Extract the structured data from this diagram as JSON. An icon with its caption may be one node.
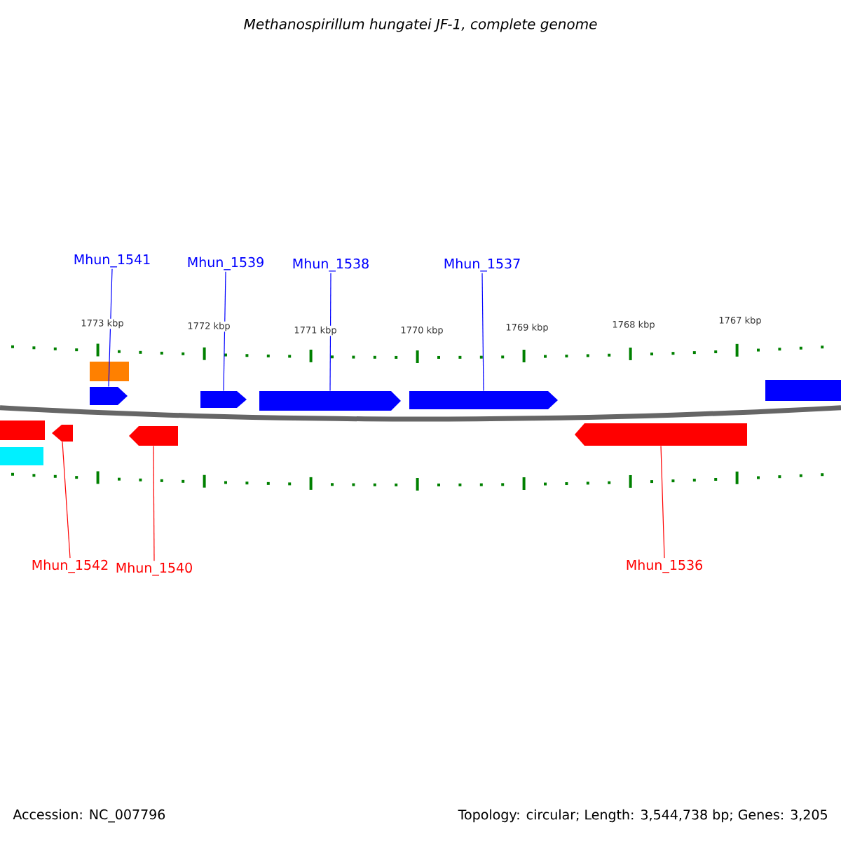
{
  "diagram": {
    "title": "Methanospirillum hungatei JF-1, complete genome",
    "nodes": [
      {
        "text": [
          "Mhun_1541"
        ]
      },
      {
        "text": [
          "Mhun_1539"
        ]
      },
      {
        "text": [
          "Mhun_1538"
        ]
      },
      {
        "text": [
          "Mhun_1537"
        ]
      },
      {
        "text": [
          "Mhun_1542"
        ]
      },
      {
        "text": [
          "Mhun_1540"
        ]
      },
      {
        "text": [
          "Mhun_1536"
        ]
      },
      {
        "text": [],
        "shape": "box"
      },
      {
        "text": [],
        "shape": "box"
      },
      {
        "text": [],
        "shape": "arrow"
      },
      {
        "text": [],
        "shape": "box"
      },
      {
        "text": [],
        "shape": "arrow"
      },
      {
        "text": [],
        "shape": "arrow"
      },
      {
        "text": [],
        "shape": "arrow"
      },
      {
        "text": [],
        "shape": "arrow"
      },
      {
        "text": [],
        "shape": "arrow"
      },
      {
        "text": [],
        "shape": "arrow"
      },
      {
        "text": [],
        "shape": "box"
      }
    ],
    "edges": [
      {
        "from": 0,
        "to": 11,
        "arrow": "none"
      },
      {
        "from": 1,
        "to": 13,
        "arrow": "none"
      },
      {
        "from": 2,
        "to": 14,
        "arrow": "none"
      },
      {
        "from": 3,
        "to": 15,
        "arrow": "none"
      },
      {
        "from": 4,
        "to": 9,
        "arrow": "none",
        "color": "#ff0000"
      },
      {
        "from": 5,
        "to": 12,
        "arrow": "none",
        "color": "#ff0000"
      },
      {
        "from": 6,
        "to": 16,
        "arrow": "none",
        "color": "#ff0000"
      }
    ],
    "labels": [
      "1773 kbp",
      "1772 kbp",
      "1771 kbp",
      "1770 kbp",
      "1769 kbp",
      "1768 kbp",
      "1767 kbp",
      "Accession: NC_007796",
      "Topology: circular; Length: 3,544,738 bp; Genes: 3,205"
    ]
  }
}
